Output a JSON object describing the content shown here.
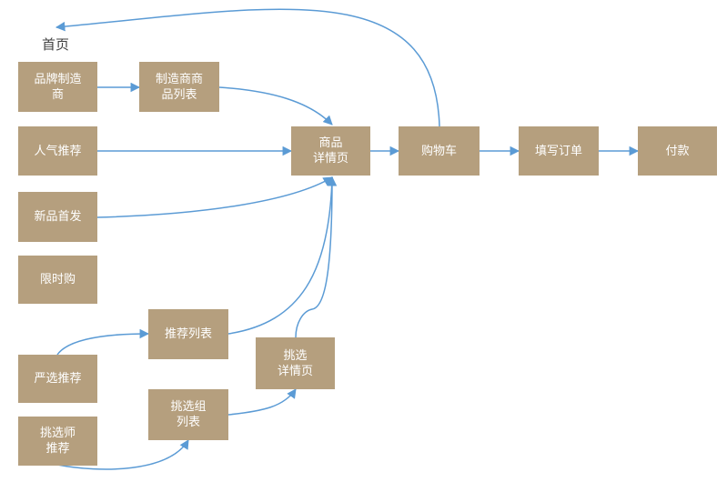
{
  "home_label": "首页",
  "nodes": {
    "brand_maker": "品牌制造\n商",
    "maker_products": "制造商商\n品列表",
    "popular": "人气推荐",
    "new_arrivals": "新品首发",
    "flash_sale": "限时购",
    "curated": "严选推荐",
    "pick_master": "挑选师\n推荐",
    "rec_list": "推荐列表",
    "pick_group": "挑选组\n列表",
    "pick_detail": "挑选\n详情页",
    "product_detail": "商品\n详情页",
    "cart": "购物车",
    "order": "填写订单",
    "payment": "付款"
  },
  "colors": {
    "node_fill": "#b59f7e",
    "node_text": "#ffffff",
    "edge": "#5b9bd5"
  }
}
